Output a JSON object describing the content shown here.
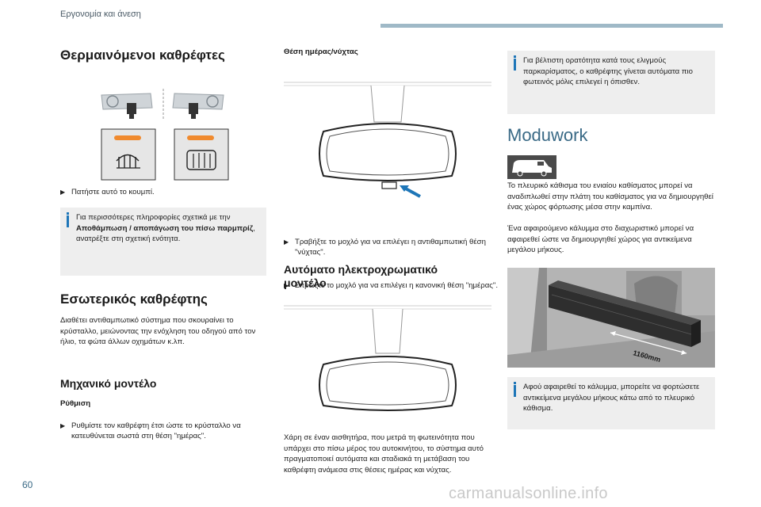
{
  "header": {
    "section": "Εργονομία και άνεση"
  },
  "page_number": "60",
  "watermark": "carmanualsonline.info",
  "col1": {
    "heated_title": "Θερμαινόμενοι καθρέφτες",
    "heated_bullet": "Πατήστε αυτό το κουμπί.",
    "info1": {
      "pre": "Για περισσότερες πληροφορίες σχετικά με την ",
      "bold": "Αποθάμπωση / αποπάγωση του πίσω παρμπρίζ",
      "post": ", ανατρέξτε στη σχετική ενότητα."
    },
    "interior_title": "Εσωτερικός καθρέφτης",
    "interior_text": "Διαθέτει αντιθαμπωτικό σύστημα που σκουραίνει το κρύσταλλο, μειώνοντας την ενόχληση του οδηγού από τον ήλιο, τα φώτα άλλων οχημάτων κ.λπ.",
    "manual_title": "Μηχανικό μοντέλο",
    "adjust_label": "Ρύθμιση",
    "adjust_bullet": "Ρυθμίστε τον καθρέφτη έτσι ώστε το κρύσταλλο να κατευθύνεται σωστά στη θέση \"ημέρας\"."
  },
  "col2": {
    "day_night_label": "Θέση ημέρας/νύχτας",
    "bullet_pull": "Τραβήξτε το μοχλό για να επιλέγει η αντιθαμπωτική θέση \"νύχτας\".",
    "bullet_push": "Σπρώξτε το μοχλό για να επιλέγει η κανονική θέση \"ημέρας\".",
    "auto_title": "Αυτόματο ηλεκτροχρωματικό μοντέλο",
    "auto_text": "Χάρη σε έναν αισθητήρα, που μετρά τη φωτεινότητα που υπάρχει στο πίσω μέρος του αυτοκινήτου, το σύστημα αυτό πραγματοποιεί αυτόματα και σταδιακά τη μετάβαση του καθρέφτη ανάμεσα στις θέσεις ημέρας και νύχτας."
  },
  "col3": {
    "info_top": "Για βέλτιστη ορατότητα κατά τους ελιγμούς παρκαρίσματος, ο καθρέφτης γίνεται αυτόματα πιο φωτεινός μόλις επιλεγεί η όπισθεν.",
    "moduwork_title": "Moduwork",
    "moduwork_text1": "Το πλευρικό κάθισμα του ενιαίου καθίσματος μπορεί να αναδιπλωθεί στην πλάτη του καθίσματος για να δημιουργηθεί ένας χώρος φόρτωσης μέσα στην καμπίνα.",
    "moduwork_text2": "Ένα αφαιρούμενο κάλυμμα στο διαχωριστικό μπορεί να αφαιρεθεί ώστε να δημιουργηθεί χώρος για αντικείμενα μεγάλου μήκους.",
    "dimension": "1160mm",
    "info_bottom": "Αφού αφαιρεθεί το κάλυμμα, μπορείτε να φορτώσετε αντικείμενα μεγάλου μήκους κάτω από το πλευρικό κάθισμα."
  },
  "colors": {
    "accent": "#3a6a86",
    "info_bar": "#1e76b8",
    "info_bg": "#eeeeee",
    "button_orange": "#f08a2e"
  }
}
